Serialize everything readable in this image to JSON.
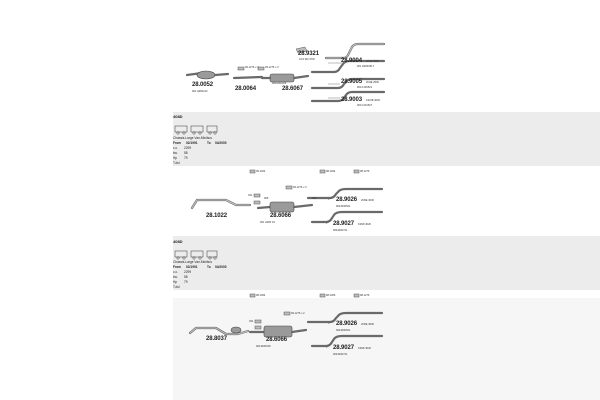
{
  "top": {
    "parts": {
      "p1": "28.9321",
      "p2": "28.9004",
      "p3": "28.9005",
      "p4": "28.9003",
      "p5": "28.0052",
      "p6": "28.0064",
      "p7": "28.6067"
    },
    "captions": {
      "c_p1": "44.6 W2 37W",
      "c_p2": "2P6E 3000",
      "c_p2b": "901 H#000617",
      "c_p3": "2N4E 2500",
      "c_p3b": "9014 000521",
      "c_p4": "K2UIB 4026",
      "c_p4b": "9014 001527",
      "c_p5": "901 H#00212",
      "c_p6a": "99.1276 x 3",
      "c_p6b": "99.1276 x 3",
      "c_p7": "901H0022/6"
    }
  },
  "s1": {
    "model": "408D",
    "body": "Chassis-Large Van-Minibus",
    "from_label": "From",
    "from_value": "02/1991",
    "to_label": "To",
    "to_value": "04/2000",
    "cc_label": "c.c.",
    "cc_value": "2299",
    "kw_label": "kw.",
    "kw_value": "58",
    "hp_label": "Hp",
    "hp_value": "79",
    "tdiesel": "T.dsl",
    "parts": {
      "a": "28.1022",
      "b": "28.6066",
      "c": "28.9026",
      "d": "28.9027"
    },
    "captions": {
      "t1": "99.1024",
      "t2": "98.1024",
      "t3": "98.1276",
      "m": "99.1276 x 3",
      "m2": "905",
      "c1": "2N6E 3000",
      "c1b": "9044000521",
      "d1": "K2N8 4020",
      "d1b": "9044000721",
      "b1": "901 H000 19",
      "b2": "451",
      "b3": "450"
    }
  },
  "s2": {
    "model": "408D",
    "body": "Chassis-Large Van-Minibus",
    "from_label": "From",
    "from_value": "02/1991",
    "to_label": "To",
    "to_value": "04/2000",
    "cc_label": "c.c.",
    "cc_value": "2299",
    "kw_label": "kw.",
    "kw_value": "58",
    "hp_label": "Hp",
    "hp_value": "79",
    "tdiesel": "T.dsl",
    "parts": {
      "a": "28.8037",
      "b": "28.6066",
      "c": "28.9026",
      "d": "28.9027"
    },
    "captions": {
      "t1": "98.1054",
      "t2": "98.1366",
      "t3": "98.1276",
      "m": "99.1276 x 2",
      "c1": "2N6E 3000",
      "c1b": "9044000521",
      "d1": "K2N8 4020",
      "d1b": "9044000721",
      "b1": "9014000018",
      "b2": "451"
    }
  }
}
